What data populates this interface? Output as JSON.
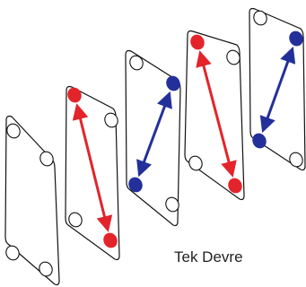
{
  "caption": "Tek Devre",
  "colors": {
    "plate_stroke": "#111111",
    "port_open_fill": "#ffffff",
    "red": "#e3242b",
    "blue": "#24309a"
  },
  "plates": [
    {
      "name": "plate-1",
      "active_ports": [],
      "flow": null
    },
    {
      "name": "plate-2",
      "active_ports": [
        "top-left",
        "bottom-right"
      ],
      "flow": "red"
    },
    {
      "name": "plate-3",
      "active_ports": [
        "top-right",
        "bottom-left"
      ],
      "flow": "blue"
    },
    {
      "name": "plate-4",
      "active_ports": [
        "top-left",
        "bottom-right"
      ],
      "flow": "red"
    },
    {
      "name": "plate-5",
      "active_ports": [
        "top-right",
        "bottom-left"
      ],
      "flow": "blue"
    }
  ]
}
